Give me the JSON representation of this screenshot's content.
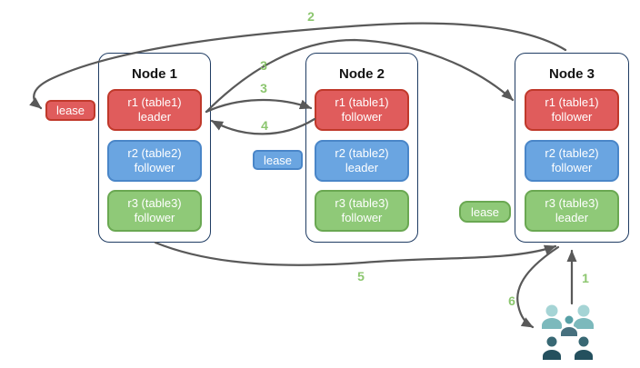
{
  "nodes": [
    {
      "title": "Node 1",
      "replicas": [
        {
          "name": "r1 (table1)",
          "role": "leader"
        },
        {
          "name": "r2 (table2)",
          "role": "follower"
        },
        {
          "name": "r3 (table3)",
          "role": "follower"
        }
      ]
    },
    {
      "title": "Node 2",
      "replicas": [
        {
          "name": "r1 (table1)",
          "role": "follower"
        },
        {
          "name": "r2 (table2)",
          "role": "leader"
        },
        {
          "name": "r3 (table3)",
          "role": "follower"
        }
      ]
    },
    {
      "title": "Node 3",
      "replicas": [
        {
          "name": "r1 (table1)",
          "role": "follower"
        },
        {
          "name": "r2 (table2)",
          "role": "follower"
        },
        {
          "name": "r3 (table3)",
          "role": "leader"
        }
      ]
    }
  ],
  "leases": [
    {
      "label": "lease",
      "color": "#e05c5c"
    },
    {
      "label": "lease",
      "color": "#6aa5e1"
    },
    {
      "label": "lease",
      "color": "#8fc978"
    }
  ],
  "steps": {
    "s1": "1",
    "s2": "2",
    "s3_top": "3",
    "s3_mid": "3",
    "s4": "4",
    "s5": "5",
    "s6": "6"
  },
  "icons": {
    "users": "users-icon"
  },
  "colors": {
    "replica_red": "#e05c5c",
    "replica_red_border": "#c0392b",
    "replica_blue": "#6aa5e1",
    "replica_blue_border": "#4a86c8",
    "replica_green": "#8fc978",
    "replica_green_border": "#6aa852",
    "node_border": "#1f3c63",
    "arrow": "#595959",
    "step_label": "#8cc66f",
    "users_light_head": "#a5d4d5",
    "users_light_body": "#7cb9bc",
    "users_medium_head": "#57a0a6",
    "users_medium_body": "#47707e",
    "users_dark_head": "#386874",
    "users_dark_body": "#24505e"
  }
}
